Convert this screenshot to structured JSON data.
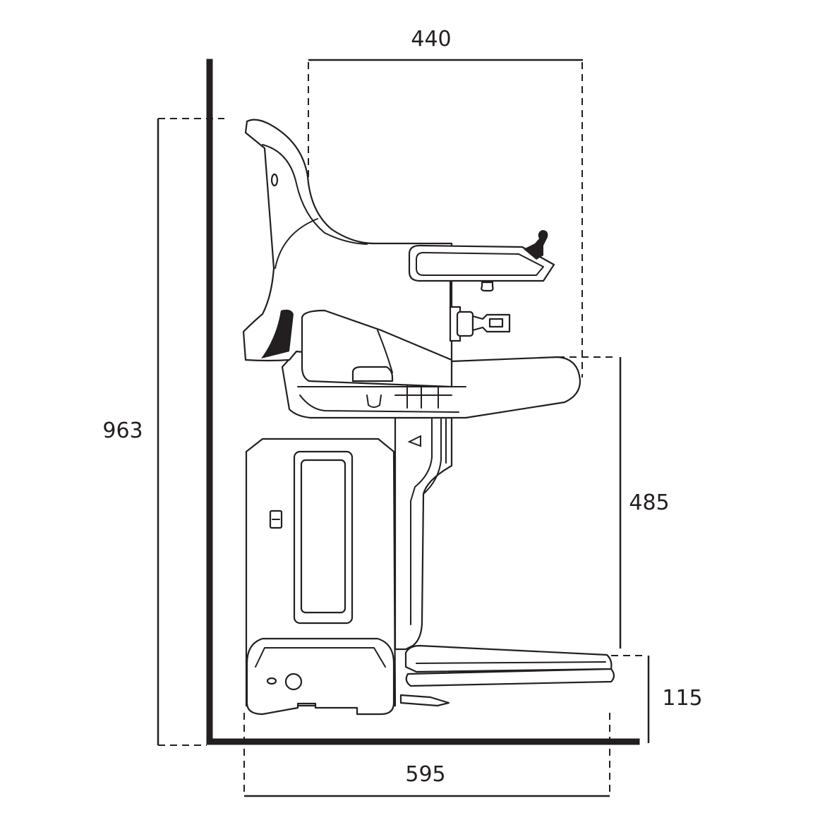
{
  "dimensions": {
    "top_width": "440",
    "total_height": "963",
    "seat_height": "485",
    "footrest_height": "115",
    "bottom_depth": "595"
  },
  "colors": {
    "line": "#231f20",
    "background": "#ffffff"
  }
}
